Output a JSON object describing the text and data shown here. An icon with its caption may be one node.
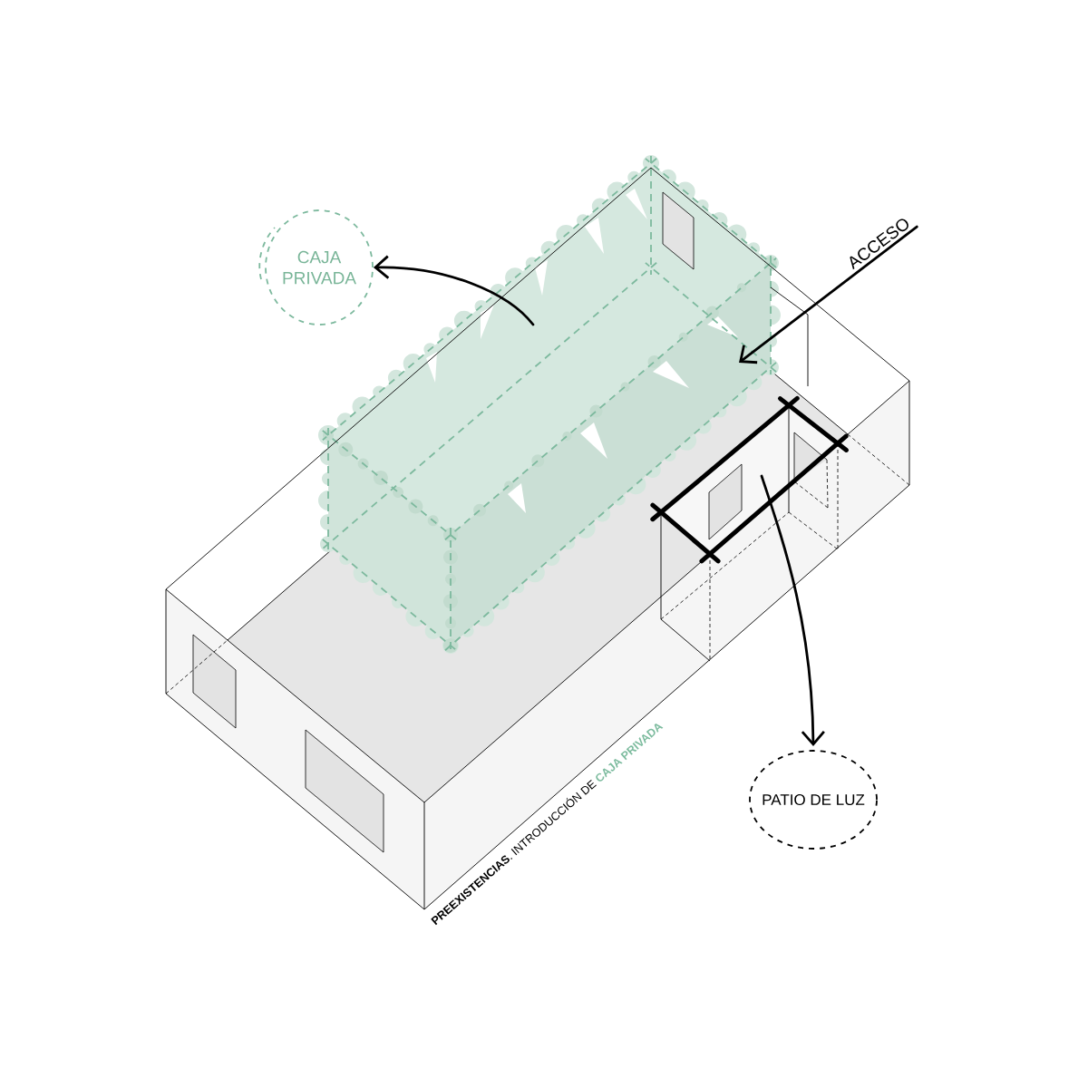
{
  "diagram": {
    "caption": "**PREEXISTENCIAS**. INTRODUCCIÓN DE **CAJA PRIVADA**",
    "nodes": [
      {
        "text": [
          "CAJA PRIVADA"
        ]
      },
      {
        "text": [],
        "shape": "box"
      },
      {
        "text": [
          "ACCESO"
        ]
      },
      {
        "text": [],
        "shape": "box"
      },
      {
        "text": [
          "PATIO DE LUZ"
        ]
      }
    ],
    "edges": [
      {
        "from": 1,
        "to": 0,
        "arrow": "to"
      },
      {
        "from": 2,
        "to": 1,
        "arrow": "to"
      },
      {
        "from": 3,
        "to": 4,
        "arrow": "to"
      }
    ]
  }
}
